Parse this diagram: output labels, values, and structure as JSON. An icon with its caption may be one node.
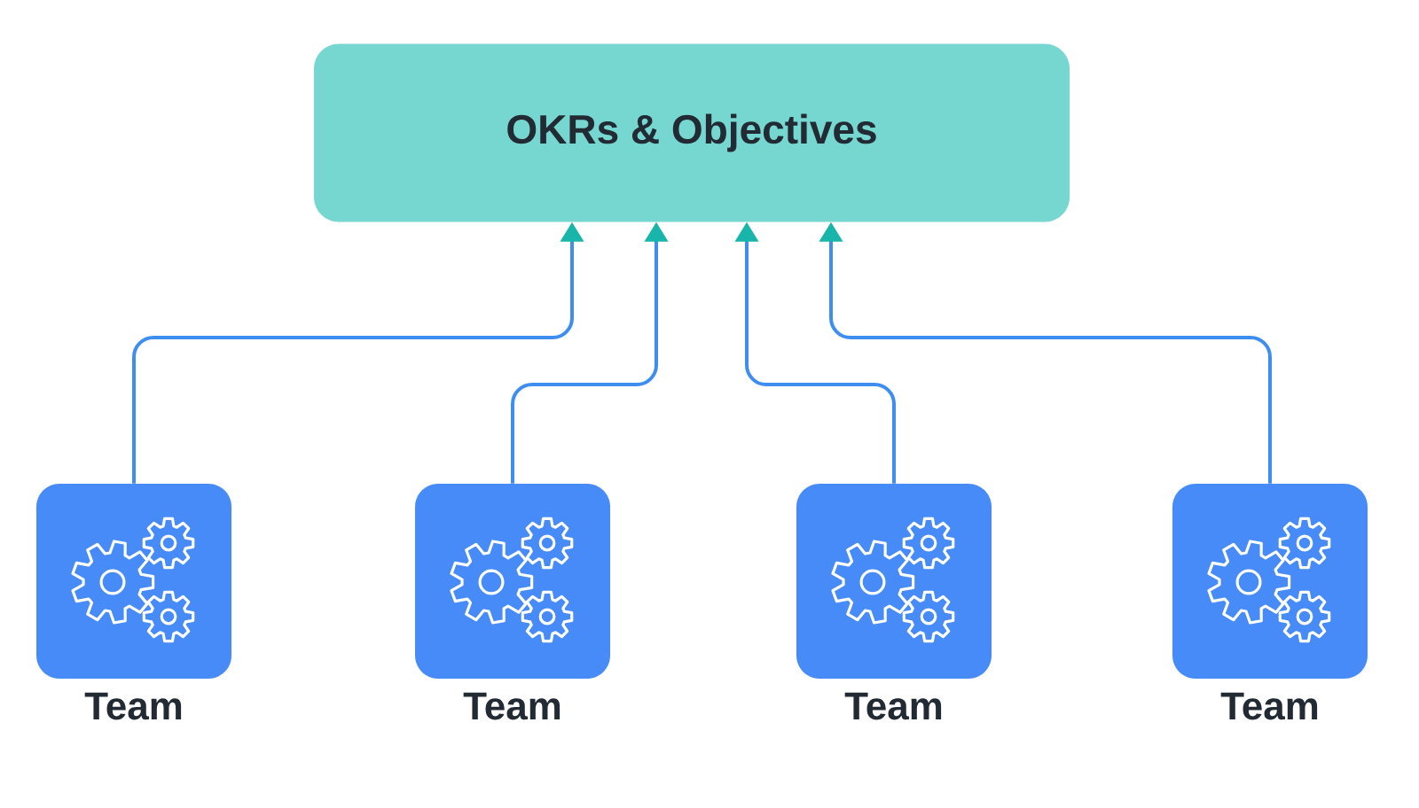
{
  "diagram": {
    "nodes": [
      {
        "text": [
          "OKRs & Objectives"
        ]
      },
      {
        "text": [
          "Team"
        ]
      },
      {
        "text": [
          "Team"
        ]
      },
      {
        "text": [
          "Team"
        ]
      },
      {
        "text": [
          "Team"
        ]
      }
    ],
    "edges": [
      {
        "from": 1,
        "to": 0,
        "arrow": "to"
      },
      {
        "from": 2,
        "to": 0,
        "arrow": "to"
      },
      {
        "from": 3,
        "to": 0,
        "arrow": "to"
      },
      {
        "from": 4,
        "to": 0,
        "arrow": "to"
      }
    ]
  }
}
